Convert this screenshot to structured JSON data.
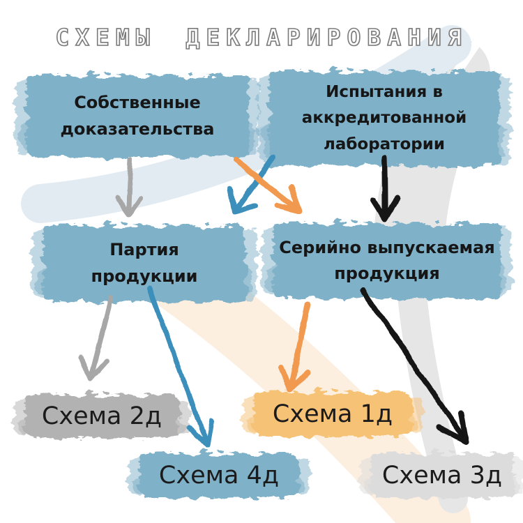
{
  "title": "СХЕМЫ ДЕКЛАРИРОВАНИЯ",
  "boxes": {
    "own_evidence": {
      "line1": "Собственные",
      "line2": "доказательства"
    },
    "lab_tests": {
      "line1": "Испытания в",
      "line2": "аккредитованной",
      "line3": "лаборатории"
    },
    "batch": {
      "line1": "Партия",
      "line2": "продукции"
    },
    "serial": {
      "line1": "Серийно выпускаемая",
      "line2": "продукция"
    },
    "scheme_2d": {
      "label": "Схема 2д"
    },
    "scheme_4d": {
      "label": "Схема 4д"
    },
    "scheme_1d": {
      "label": "Схема 1д"
    },
    "scheme_3d": {
      "label": "Схема 3д"
    }
  },
  "arrows": [
    {
      "name": "own-evidence-to-batch",
      "color": "gray"
    },
    {
      "name": "lab-tests-to-batch",
      "color": "blue"
    },
    {
      "name": "own-evidence-to-serial",
      "color": "orange"
    },
    {
      "name": "lab-tests-to-serial",
      "color": "black"
    },
    {
      "name": "batch-to-scheme-2d",
      "color": "gray"
    },
    {
      "name": "batch-to-scheme-4d",
      "color": "blue"
    },
    {
      "name": "serial-to-scheme-1d",
      "color": "orange"
    },
    {
      "name": "serial-to-scheme-3d",
      "color": "black"
    }
  ],
  "colors": {
    "node_blue": "#7fb1c9",
    "scheme_gray": "#b2b2b2",
    "scheme_light_gray": "#dcdcdc",
    "scheme_orange": "#f6c276",
    "arrow_gray": "#a7a7a7",
    "arrow_blue": "#3a8fba",
    "arrow_orange": "#f0994f",
    "arrow_black": "#121212",
    "bg_blue_band": "#e3ebf2",
    "bg_gray_swoosh": "#e6e6e6",
    "bg_peach_band": "#fcefe0",
    "title_gray": "#7a7a7a",
    "text_dark": "#161616"
  }
}
